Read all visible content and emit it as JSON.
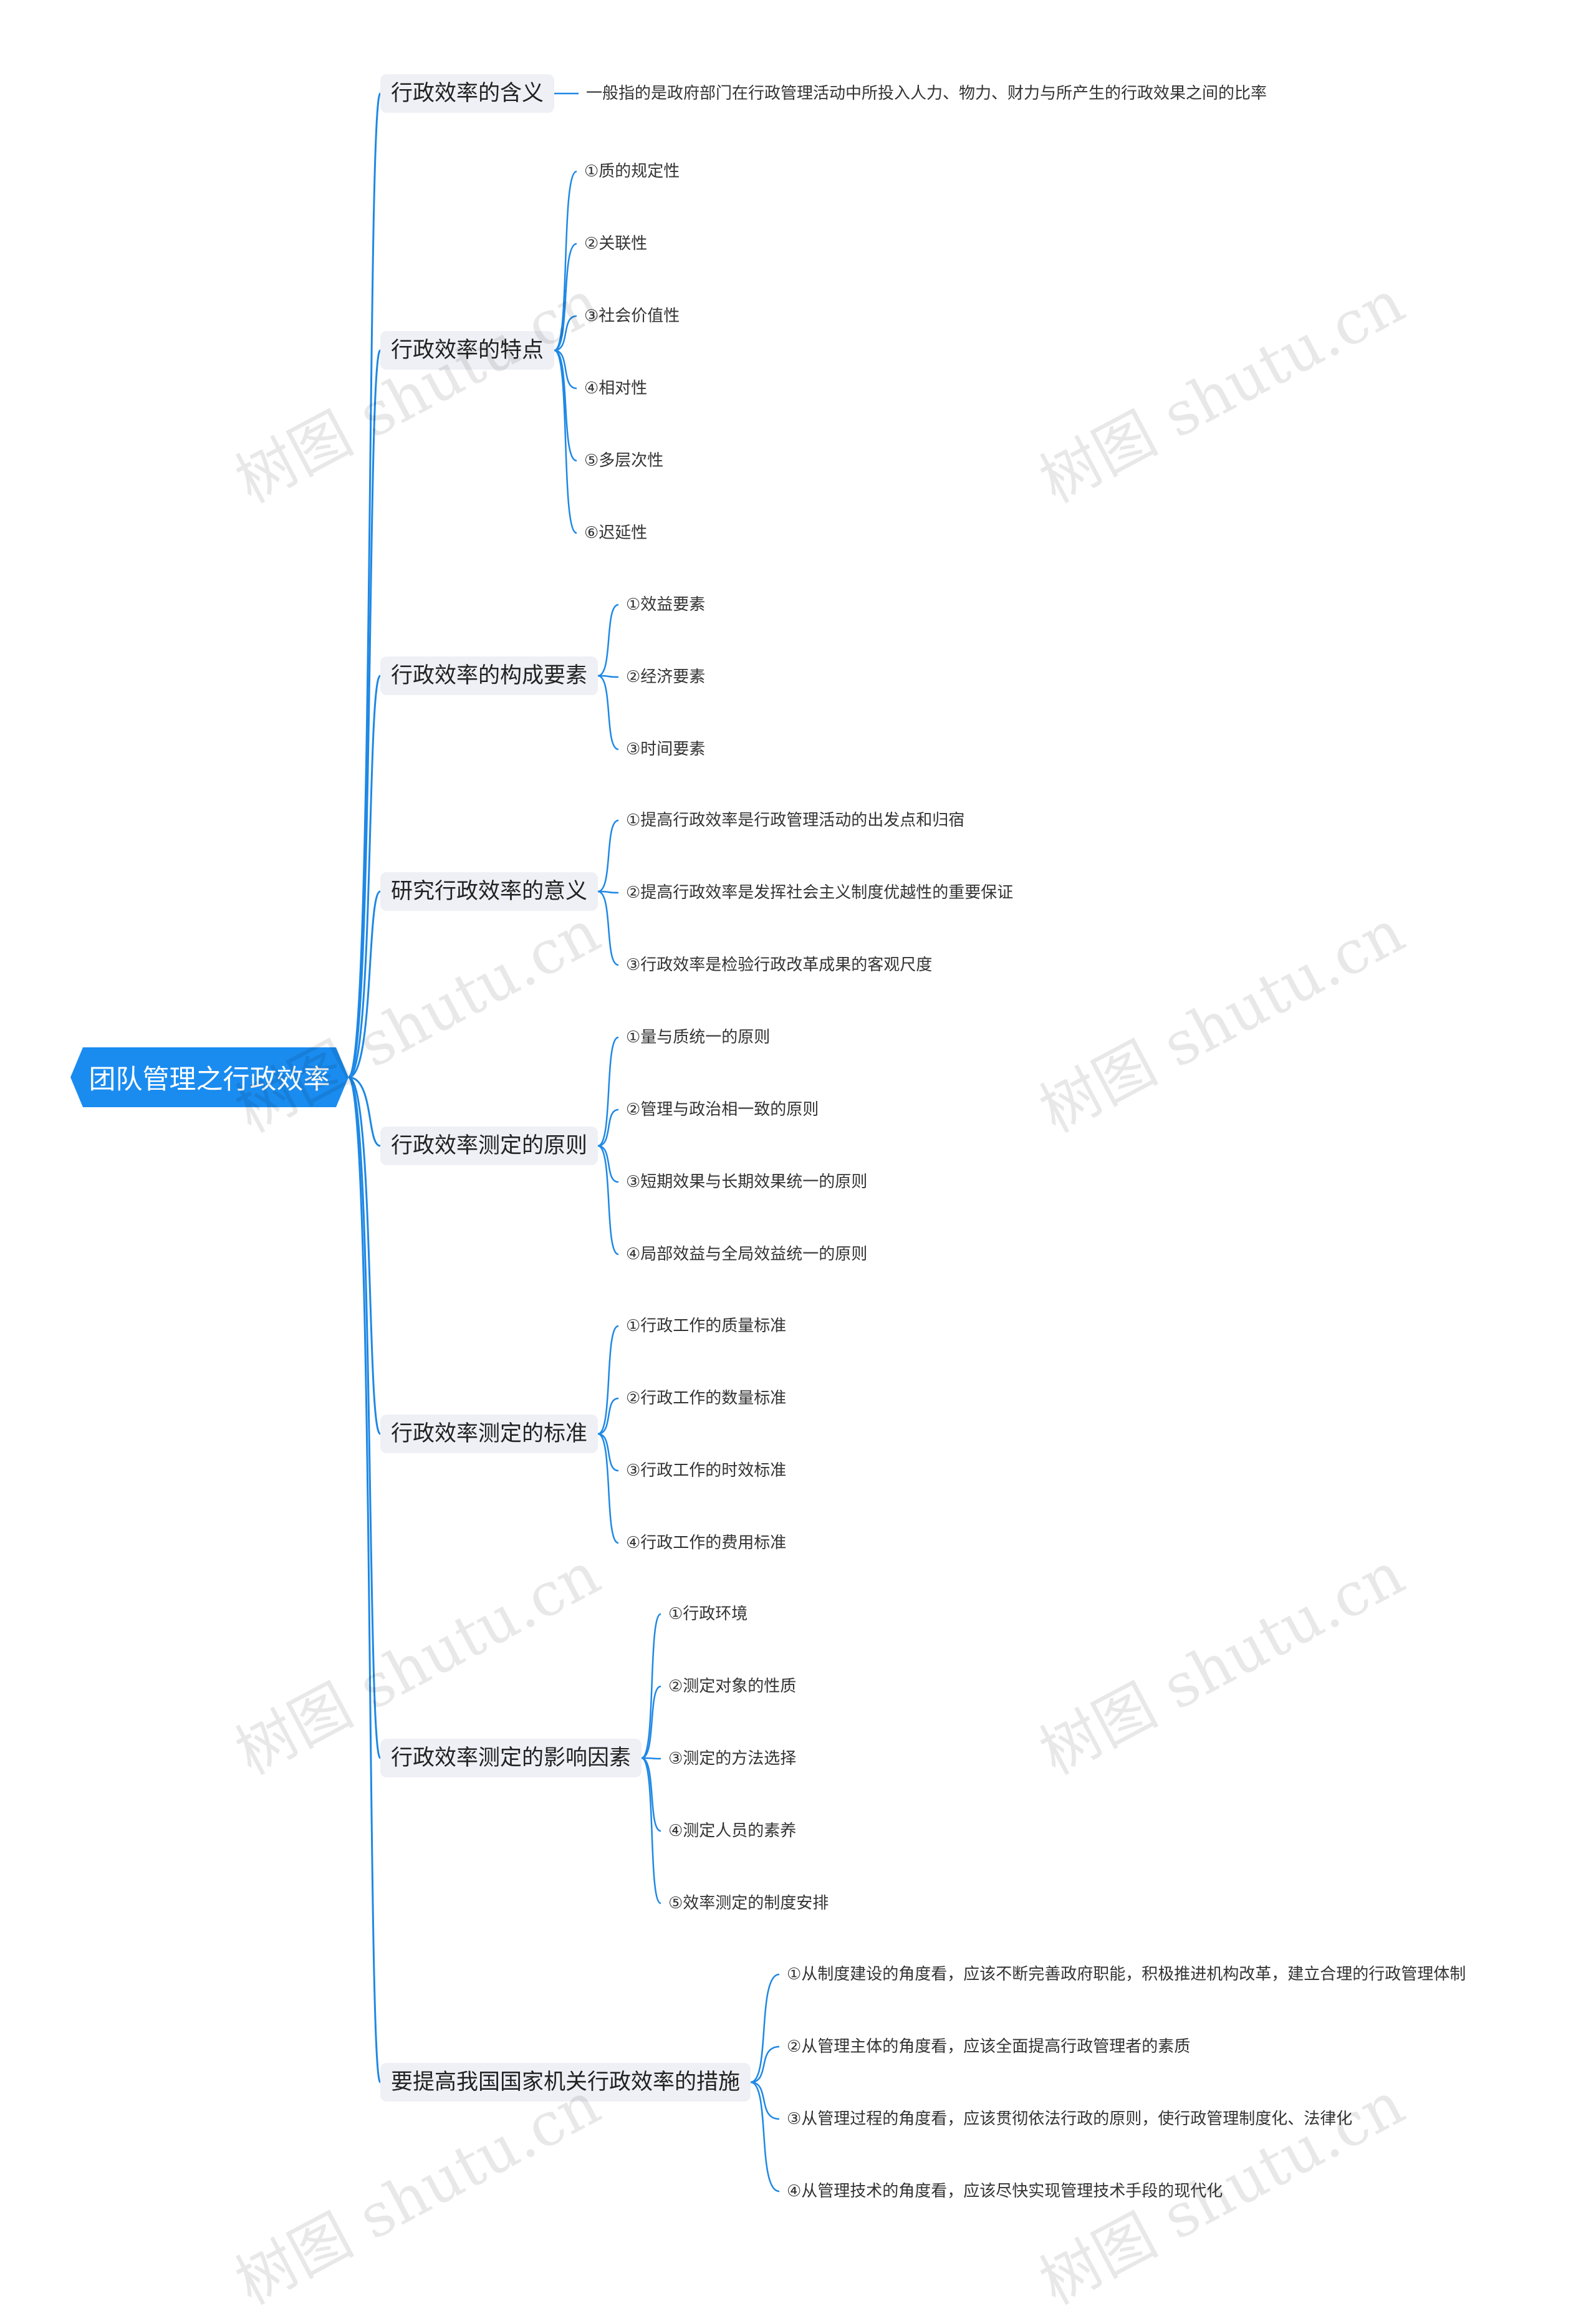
{
  "root": {
    "title": "团队管理之行政效率"
  },
  "branches": [
    {
      "title": "行政效率的含义",
      "items": [
        "一般指的是政府部门在行政管理活动中所投入人力、物力、财力与所产生的行政效果之间的比率"
      ]
    },
    {
      "title": "行政效率的特点",
      "items": [
        "①质的规定性",
        "②关联性",
        "③社会价值性",
        "④相对性",
        "⑤多层次性",
        "⑥迟延性"
      ]
    },
    {
      "title": "行政效率的构成要素",
      "items": [
        "①效益要素",
        "②经济要素",
        "③时间要素"
      ]
    },
    {
      "title": "研究行政效率的意义",
      "items": [
        "①提高行政效率是行政管理活动的出发点和归宿",
        "②提高行政效率是发挥社会主义制度优越性的重要保证",
        "③行政效率是检验行政改革成果的客观尺度"
      ]
    },
    {
      "title": "行政效率测定的原则",
      "items": [
        "①量与质统一的原则",
        "②管理与政治相一致的原则",
        "③短期效果与长期效果统一的原则",
        "④局部效益与全局效益统一的原则"
      ]
    },
    {
      "title": "行政效率测定的标准",
      "items": [
        "①行政工作的质量标准",
        "②行政工作的数量标准",
        "③行政工作的时效标准",
        "④行政工作的费用标准"
      ]
    },
    {
      "title": "行政效率测定的影响因素",
      "items": [
        "①行政环境",
        "②测定对象的性质",
        "③测定的方法选择",
        "④测定人员的素养",
        "⑤效率测定的制度安排"
      ]
    },
    {
      "title": "要提高我国国家机关行政效率的措施",
      "items": [
        "①从制度建设的角度看，应该不断完善政府职能，积极推进机构改革，建立合理的行政管理体制",
        "②从管理主体的角度看，应该全面提高行政管理者的素质",
        "③从管理过程的角度看，应该贯彻依法行政的原则，使行政管理制度化、法律化",
        "④从管理技术的角度看，应该尽快实现管理技术手段的现代化"
      ]
    }
  ],
  "watermark": "树图 shutu.cn",
  "colors": {
    "root_fill": "#1a8cf0",
    "edge": "#1e88e5",
    "branch_fill": "#eef0f5"
  }
}
